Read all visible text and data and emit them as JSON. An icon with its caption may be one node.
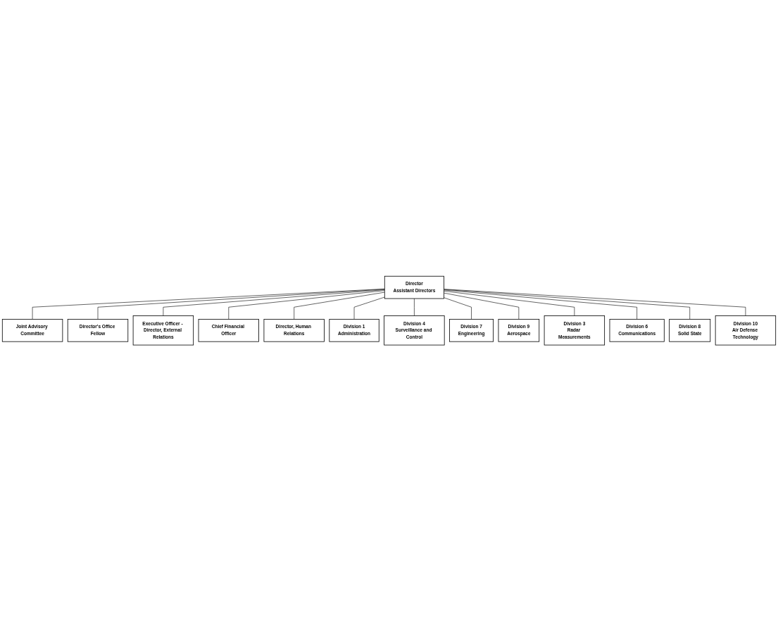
{
  "diagram": {
    "nodes": [
      {
        "text": [
          "Director",
          "Assistant Directors"
        ]
      },
      {
        "text": [
          "Joint Advisory Committee"
        ]
      },
      {
        "text": [
          "Director's Office Fellow"
        ]
      },
      {
        "text": [
          "Executive Officer - Director, External Relations"
        ]
      },
      {
        "text": [
          "Chief Financial Officer"
        ]
      },
      {
        "text": [
          "Director, Human Relations"
        ]
      },
      {
        "text": [
          "Division 1",
          "Administration"
        ]
      },
      {
        "text": [
          "Division 4",
          "Surveillance and Control"
        ]
      },
      {
        "text": [
          "Division 7",
          "Engineering"
        ]
      },
      {
        "text": [
          "Division 9",
          "Aerospace"
        ]
      },
      {
        "text": [
          "Division 3",
          "Radar Measurements"
        ]
      },
      {
        "text": [
          "Division 6",
          "Communications"
        ]
      },
      {
        "text": [
          "Division 8",
          "Solid State"
        ]
      },
      {
        "text": [
          "Division 10",
          "Air Defense Technology"
        ]
      }
    ],
    "edges": [
      {
        "from": 0,
        "to": 1,
        "arrow": "none"
      },
      {
        "from": 0,
        "to": 2,
        "arrow": "none"
      },
      {
        "from": 0,
        "to": 3,
        "arrow": "none"
      },
      {
        "from": 0,
        "to": 4,
        "arrow": "none"
      },
      {
        "from": 0,
        "to": 5,
        "arrow": "none"
      },
      {
        "from": 0,
        "to": 6,
        "arrow": "none"
      },
      {
        "from": 0,
        "to": 7,
        "arrow": "none"
      },
      {
        "from": 0,
        "to": 8,
        "arrow": "none"
      },
      {
        "from": 0,
        "to": 9,
        "arrow": "none"
      },
      {
        "from": 0,
        "to": 10,
        "arrow": "none"
      },
      {
        "from": 0,
        "to": 11,
        "arrow": "none"
      },
      {
        "from": 0,
        "to": 12,
        "arrow": "none"
      },
      {
        "from": 0,
        "to": 13,
        "arrow": "none"
      }
    ]
  }
}
